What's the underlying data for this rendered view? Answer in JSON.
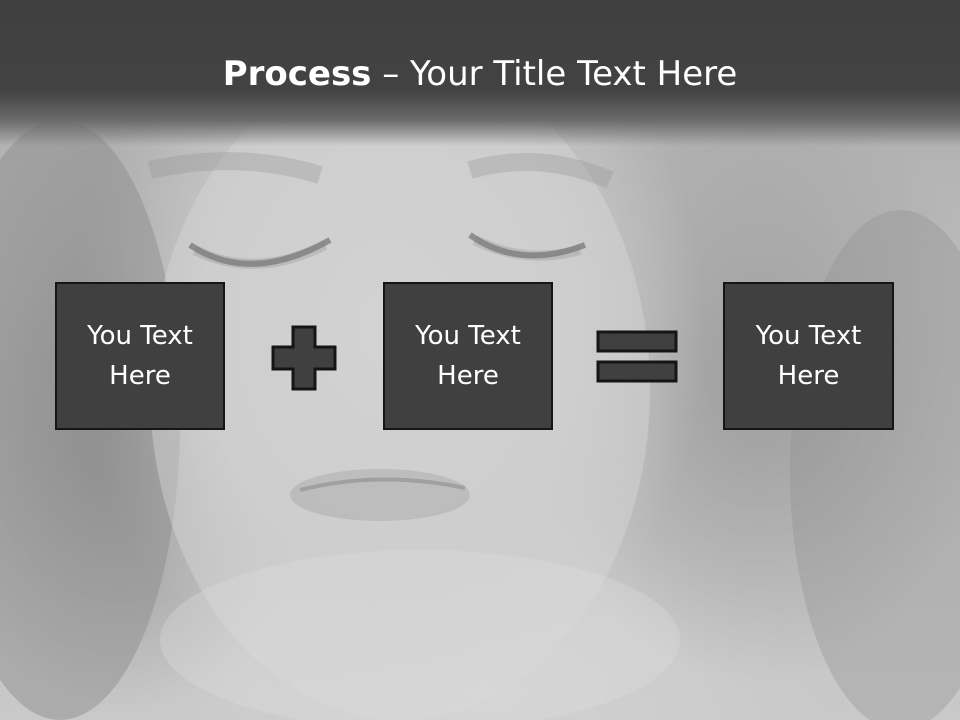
{
  "slide": {
    "title_bold": "Process",
    "title_rest": " – Your Title Text Here",
    "boxes": [
      {
        "text": "You Text Here"
      },
      {
        "text": "You Text Here"
      },
      {
        "text": "You Text Here"
      }
    ],
    "operators": [
      "plus-icon",
      "equals-icon"
    ],
    "colors": {
      "header": "#404040",
      "box_fill": "#404040",
      "box_border": "#151515",
      "text": "#ffffff"
    }
  }
}
